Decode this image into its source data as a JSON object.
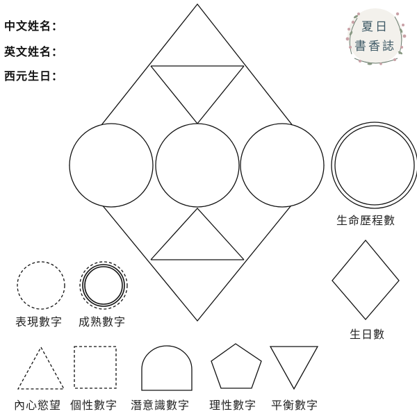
{
  "header": {
    "fields": [
      {
        "label": "中文姓名："
      },
      {
        "label": "英文姓名："
      },
      {
        "label": "西元生日："
      }
    ]
  },
  "logo": {
    "line1": "夏日",
    "line2": "書香誌"
  },
  "legend": {
    "life_path": "生命歷程數",
    "birthday": "生日數",
    "expression": "表現數字",
    "maturity": "成熟數字",
    "soul_urge": "內心慾望",
    "personality": "個性數字",
    "subconscious": "潛意識數字",
    "rational": "理性數字",
    "balance": "平衡數字"
  }
}
